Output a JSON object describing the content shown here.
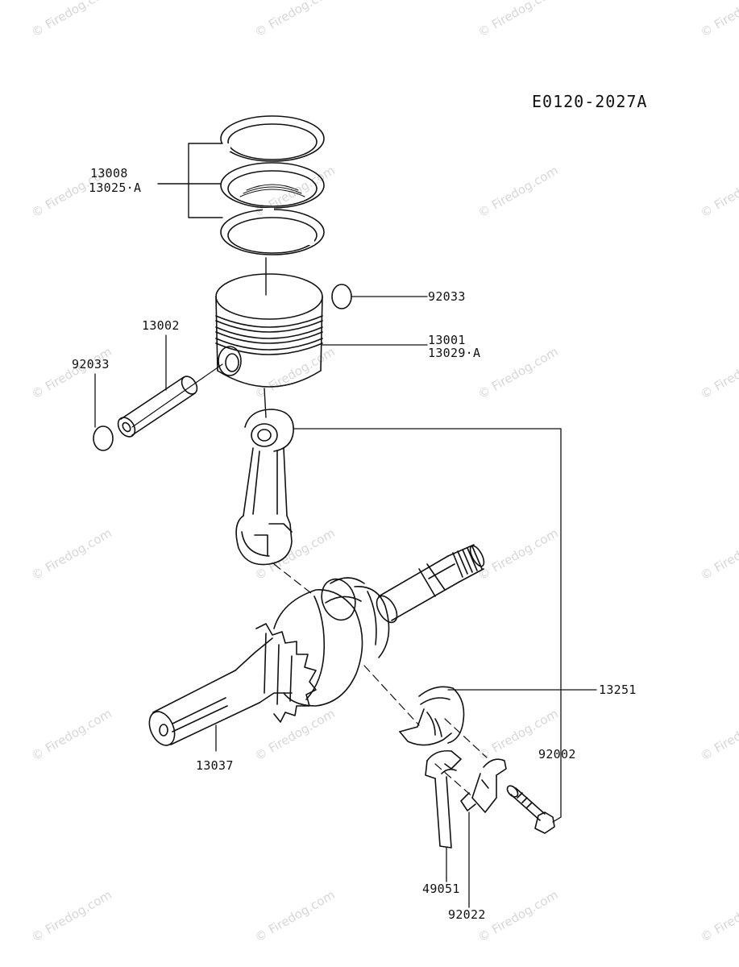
{
  "diagram_code": "E0120-2027A",
  "watermark": "© Firedog.com",
  "parts": {
    "piston_rings": [
      "13008",
      "13025·A"
    ],
    "circlip_right": "92033",
    "piston_pin": "13002",
    "circlip_left": "92033",
    "piston": [
      "13001",
      "13029·A"
    ],
    "crankshaft": "13037",
    "connecting_rod_cap": "13251",
    "bolt": "92002",
    "oil_dipper": "49051",
    "washer": "92022"
  }
}
